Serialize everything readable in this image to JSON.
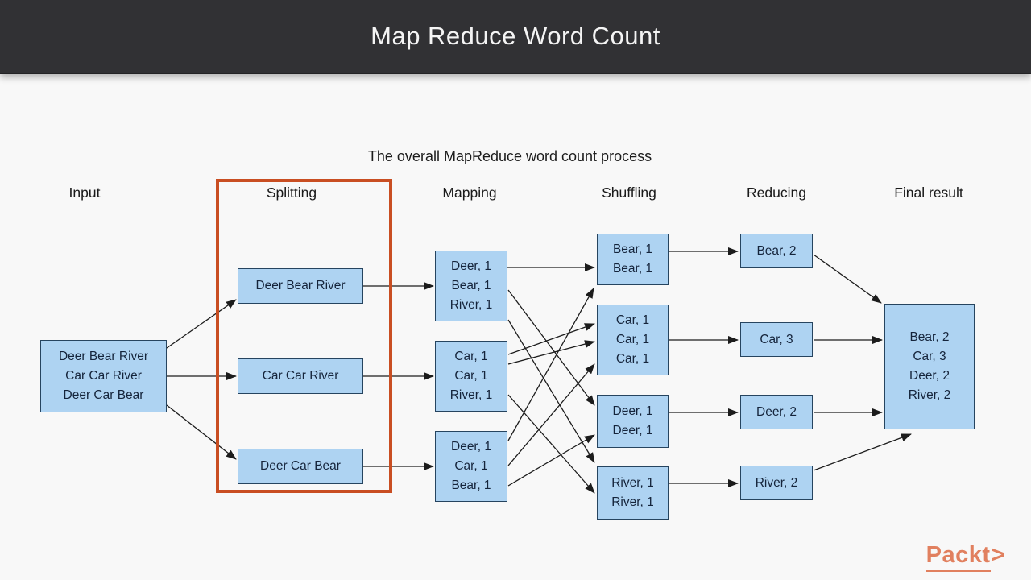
{
  "header": {
    "title": "Map Reduce Word Count"
  },
  "diagram": {
    "caption": "The overall MapReduce word count process",
    "headers": {
      "input": "Input",
      "splitting": "Splitting",
      "mapping": "Mapping",
      "shuffling": "Shuffling",
      "reducing": "Reducing",
      "final": "Final result"
    },
    "input_box": {
      "lines": [
        "Deer Bear River",
        "Car Car River",
        "Deer Car Bear"
      ]
    },
    "splitting_boxes": [
      {
        "lines": [
          "Deer Bear River"
        ]
      },
      {
        "lines": [
          "Car Car River"
        ]
      },
      {
        "lines": [
          "Deer Car Bear"
        ]
      }
    ],
    "mapping_boxes": [
      {
        "lines": [
          "Deer, 1",
          "Bear, 1",
          "River, 1"
        ]
      },
      {
        "lines": [
          "Car, 1",
          "Car, 1",
          "River, 1"
        ]
      },
      {
        "lines": [
          "Deer, 1",
          "Car, 1",
          "Bear, 1"
        ]
      }
    ],
    "shuffling_boxes": [
      {
        "lines": [
          "Bear, 1",
          "Bear, 1"
        ]
      },
      {
        "lines": [
          "Car, 1",
          "Car, 1",
          "Car, 1"
        ]
      },
      {
        "lines": [
          "Deer, 1",
          "Deer, 1"
        ]
      },
      {
        "lines": [
          "River, 1",
          "River, 1"
        ]
      }
    ],
    "reducing_boxes": [
      {
        "lines": [
          "Bear, 2"
        ]
      },
      {
        "lines": [
          "Car, 3"
        ]
      },
      {
        "lines": [
          "Deer, 2"
        ]
      },
      {
        "lines": [
          "River, 2"
        ]
      }
    ],
    "final_box": {
      "lines": [
        "Bear, 2",
        "Car, 3",
        "Deer, 2",
        "River, 2"
      ]
    },
    "colors": {
      "box_fill": "#aed3f2",
      "box_border": "#26445f",
      "highlight": "#c94e22",
      "header_bg": "#313134",
      "logo_orange": "#e1805f"
    }
  },
  "footer": {
    "logo_text": "Packt",
    "logo_caret": ">"
  }
}
